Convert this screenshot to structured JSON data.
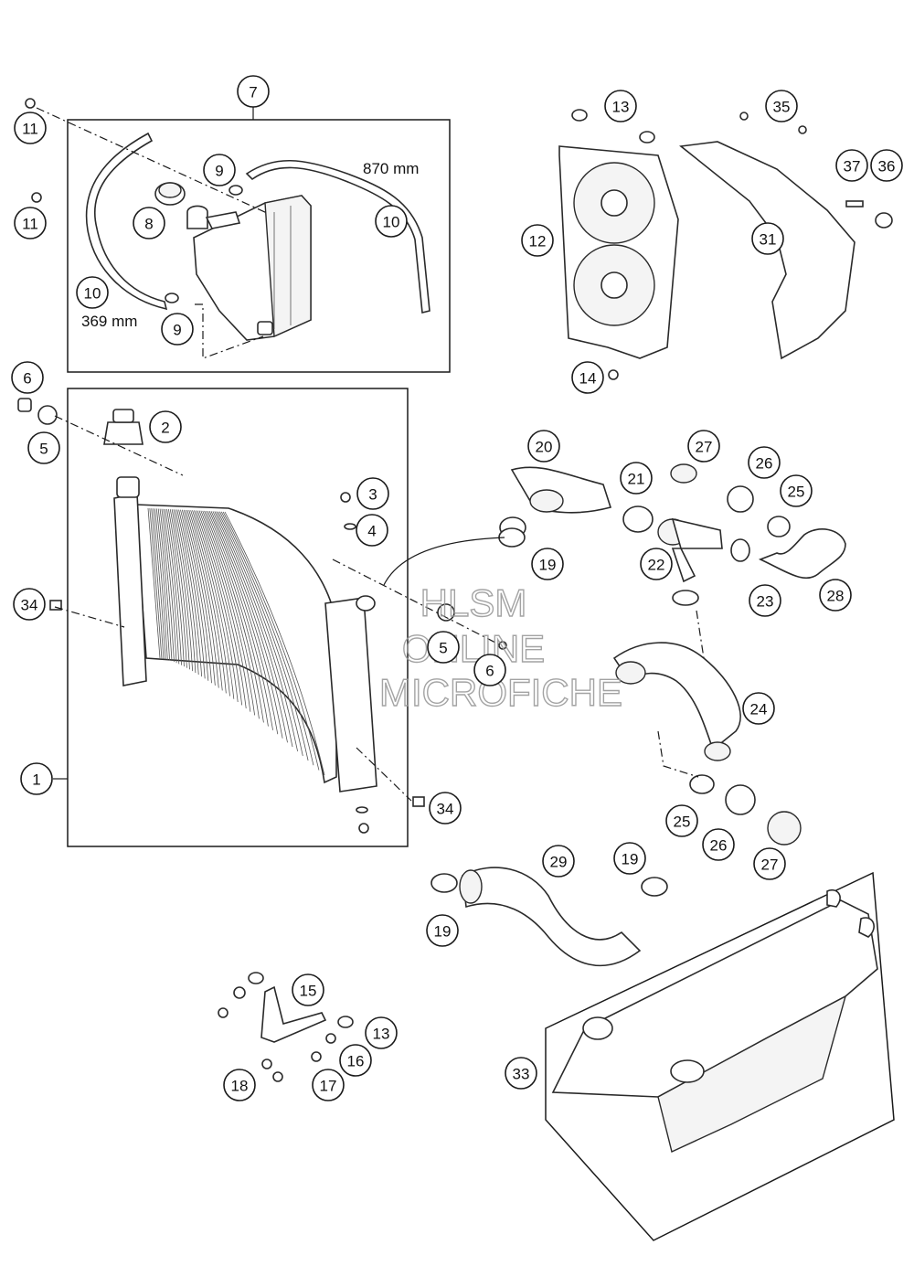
{
  "diagram": {
    "dimensions": {
      "hose_long": "870 mm",
      "hose_short": "369 mm"
    },
    "watermark": {
      "line1": "HLSM",
      "line2": "ONLINE",
      "line3": "MICROFICHE"
    },
    "callouts": [
      "7",
      "11",
      "11",
      "9",
      "8",
      "10",
      "10",
      "9",
      "6",
      "5",
      "2",
      "3",
      "4",
      "34",
      "1",
      "34",
      "5",
      "6",
      "13",
      "35",
      "37",
      "36",
      "12",
      "31",
      "14",
      "20",
      "27",
      "26",
      "21",
      "25",
      "22",
      "23",
      "28",
      "19",
      "24",
      "25",
      "26",
      "27",
      "29",
      "19",
      "19",
      "15",
      "13",
      "16",
      "18",
      "17",
      "33"
    ]
  }
}
